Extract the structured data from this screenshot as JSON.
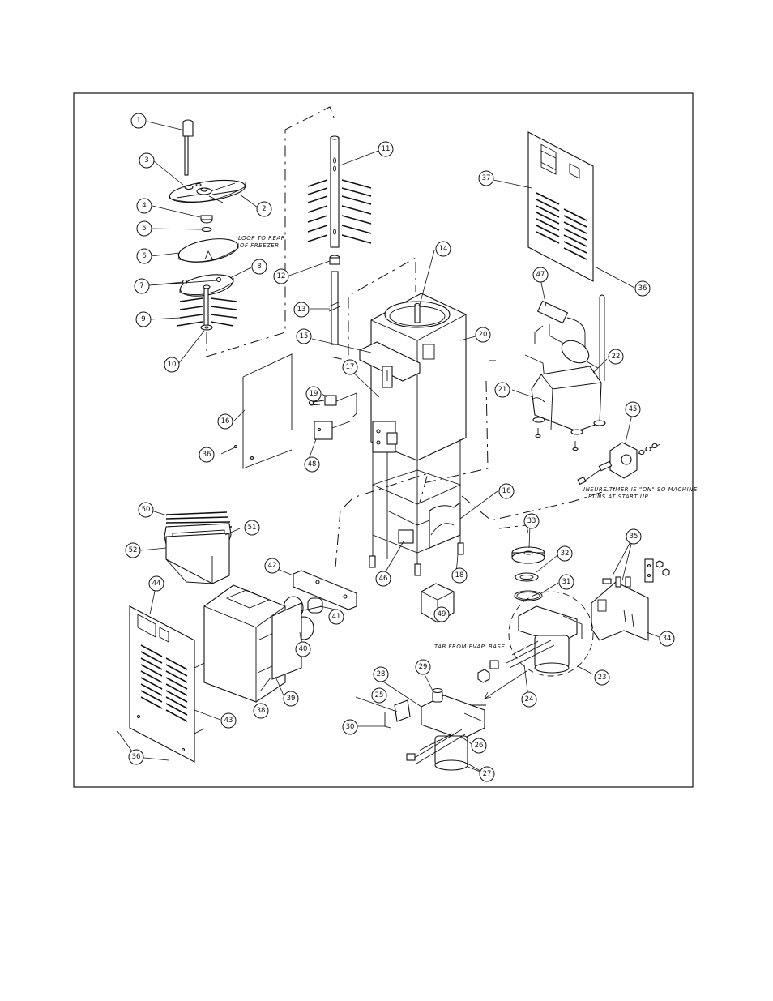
{
  "notes": {
    "loop": [
      "LOOP TO REAR",
      "OF FREEZER"
    ],
    "timer": [
      "INSURE TIMER IS \"ON\" SO MACHINE",
      "RUNS AT START UP."
    ],
    "tab": "TAB FROM EVAP. BASE"
  },
  "callouts": [
    {
      "id": "c1",
      "label": "1"
    },
    {
      "id": "c2",
      "label": "2"
    },
    {
      "id": "c3",
      "label": "3"
    },
    {
      "id": "c4",
      "label": "4"
    },
    {
      "id": "c5",
      "label": "5"
    },
    {
      "id": "c6",
      "label": "6"
    },
    {
      "id": "c7",
      "label": "7"
    },
    {
      "id": "c8",
      "label": "8"
    },
    {
      "id": "c9",
      "label": "9"
    },
    {
      "id": "c10",
      "label": "10"
    },
    {
      "id": "c11",
      "label": "11"
    },
    {
      "id": "c12",
      "label": "12"
    },
    {
      "id": "c13",
      "label": "13"
    },
    {
      "id": "c14",
      "label": "14"
    },
    {
      "id": "c15",
      "label": "15"
    },
    {
      "id": "c16a",
      "label": "16"
    },
    {
      "id": "c16b",
      "label": "16"
    },
    {
      "id": "c17",
      "label": "17"
    },
    {
      "id": "c18",
      "label": "18"
    },
    {
      "id": "c19",
      "label": "19"
    },
    {
      "id": "c20",
      "label": "20"
    },
    {
      "id": "c21",
      "label": "21"
    },
    {
      "id": "c22",
      "label": "22"
    },
    {
      "id": "c23",
      "label": "23"
    },
    {
      "id": "c24",
      "label": "24"
    },
    {
      "id": "c25",
      "label": "25"
    },
    {
      "id": "c26",
      "label": "26"
    },
    {
      "id": "c27",
      "label": "27"
    },
    {
      "id": "c28",
      "label": "28"
    },
    {
      "id": "c29",
      "label": "29"
    },
    {
      "id": "c30",
      "label": "30"
    },
    {
      "id": "c31",
      "label": "31"
    },
    {
      "id": "c32",
      "label": "32"
    },
    {
      "id": "c33",
      "label": "33"
    },
    {
      "id": "c34",
      "label": "34"
    },
    {
      "id": "c35",
      "label": "35"
    },
    {
      "id": "c36a",
      "label": "36"
    },
    {
      "id": "c36b",
      "label": "36"
    },
    {
      "id": "c36c",
      "label": "36"
    },
    {
      "id": "c37",
      "label": "37"
    },
    {
      "id": "c38",
      "label": "38"
    },
    {
      "id": "c39",
      "label": "39"
    },
    {
      "id": "c40",
      "label": "40"
    },
    {
      "id": "c41",
      "label": "41"
    },
    {
      "id": "c42",
      "label": "42"
    },
    {
      "id": "c43",
      "label": "43"
    },
    {
      "id": "c44",
      "label": "44"
    },
    {
      "id": "c45",
      "label": "45"
    },
    {
      "id": "c46",
      "label": "46"
    },
    {
      "id": "c47",
      "label": "47"
    },
    {
      "id": "c48",
      "label": "48"
    },
    {
      "id": "c49",
      "label": "49"
    },
    {
      "id": "c50",
      "label": "50"
    },
    {
      "id": "c51",
      "label": "51"
    },
    {
      "id": "c52",
      "label": "52"
    }
  ]
}
